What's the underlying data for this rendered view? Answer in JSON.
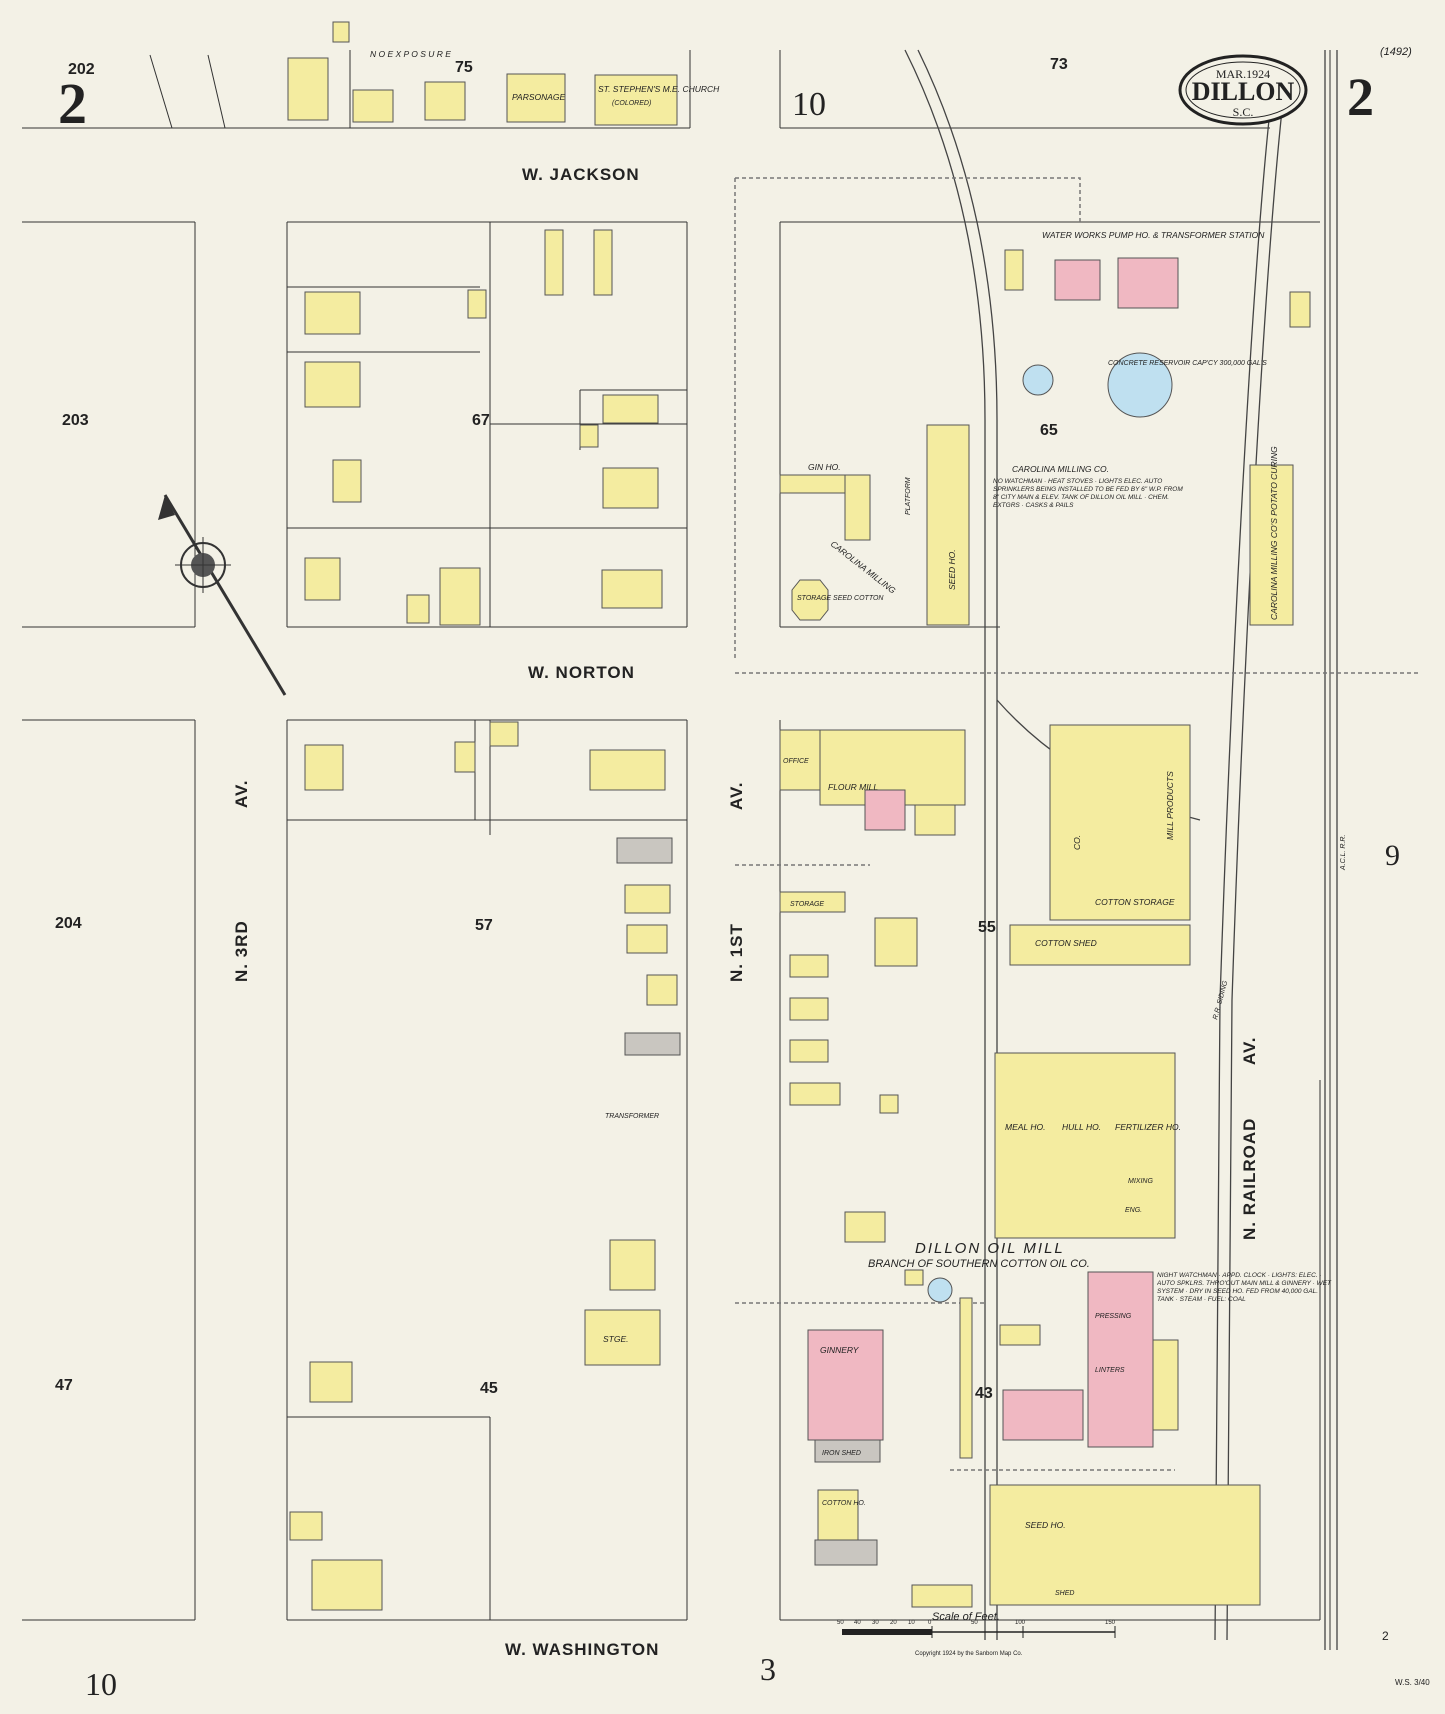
{
  "sheet": {
    "number_left": "2",
    "number_right": "2",
    "sheet_ref": "(1492)",
    "corner_mark": "2",
    "initials": "W.S.\n3/40"
  },
  "title_badge": {
    "date": "MAR.1924",
    "city": "DILLON",
    "state": "S.C."
  },
  "adjoining_sheets": {
    "top_center": "10",
    "right": "9",
    "bottom_left": "10",
    "bottom_center": "3"
  },
  "streets": {
    "jackson": "W. JACKSON",
    "norton": "W. NORTON",
    "washington": "W. WASHINGTON",
    "third": "N. 3RD",
    "third_av": "AV.",
    "first": "N. 1ST",
    "first_av": "AV.",
    "railroad": "N. RAILROAD",
    "railroad_av": "AV."
  },
  "blocks": [
    "202",
    "75",
    "73",
    "203",
    "67",
    "65",
    "204",
    "57",
    "55",
    "47",
    "45",
    "43"
  ],
  "labels": {
    "church": "ST. STEPHEN'S M.E. CHURCH",
    "church_note": "(COLORED)",
    "parsonage": "PARSONAGE",
    "no_exposure": "N O   E X P O S U R E",
    "water_works": "WATER WORKS PUMP HO. & TRANSFORMER STATION",
    "reservoir": "CONCRETE RESERVOIR CAP'CY 300,000 GAL'S",
    "carolina_milling_co": "CAROLINA MILLING CO.",
    "carolina_milling_curve": "CAROLINA MILLING",
    "carolina_potato": "CAROLINA MILLING CO'S POTATO CURING",
    "gin_ho": "GIN HO.",
    "seed_ho": "SEED HO.",
    "storage_seed_cotton": "STORAGE SEED COTTON",
    "platform": "PLATFORM",
    "flour_mill": "FLOUR MILL",
    "office": "OFFICE",
    "storage": "STORAGE",
    "cotton_storage": "COTTON STORAGE",
    "mill_products": "MILL PRODUCTS",
    "co": "CO.",
    "cotton_shed": "COTTON SHED",
    "meal_ho": "MEAL HO.",
    "hull_ho": "HULL HO.",
    "fertilizer_ho": "FERTILIZER HO.",
    "mixing": "MIXING",
    "eng": "ENG.",
    "dillon_oil_mill": "DILLON OIL MILL",
    "branch": "BRANCH OF SOUTHERN COTTON OIL CO.",
    "ginnery": "GINNERY",
    "iron_shed": "IRON SHED",
    "cotton_ho": "COTTON HO.",
    "pressing": "PRESSING",
    "linters": "LINTERS",
    "seed_ho_bottom": "SEED HO.",
    "shed": "SHED",
    "stge": "STGE.",
    "transformer": "TRANSFORMER",
    "rr_siding": "R.R. SIDING",
    "acl_rr": "A.C.L. R.R.",
    "scale": "Scale of Feet.",
    "copyright": "Copyright 1924 by the Sanborn Map Co."
  },
  "notes": {
    "carolina_milling": "NO WATCHMAN · HEAT STOVES · LIGHTS ELEC. AUTO SPRINKLERS BEING INSTALLED TO BE FED BY 6\" W.P. FROM 8\" CITY MAIN & ELEV. TANK OF DILLON OIL MILL · CHEM. EXTGRS · CASKS & PAILS",
    "dillon_oil_mill": "NIGHT WATCHMAN · APPD. CLOCK · LIGHTS: ELEC. · AUTO SPKLRS. THRO'OUT MAIN MILL & GINNERY · WET SYSTEM · DRY IN SEED HO. FED FROM 40,000 GAL. TANK · STEAM · FUEL: COAL"
  },
  "scale_ticks": [
    "50",
    "40",
    "30",
    "20",
    "10",
    "0",
    "50",
    "100",
    "150"
  ],
  "colors": {
    "paper": "#f3f1e6",
    "frame_dwelling": "#f4eca0",
    "brick": "#f0b8c2",
    "stone": "#c9c6c0",
    "water": "#bfe0f0"
  }
}
